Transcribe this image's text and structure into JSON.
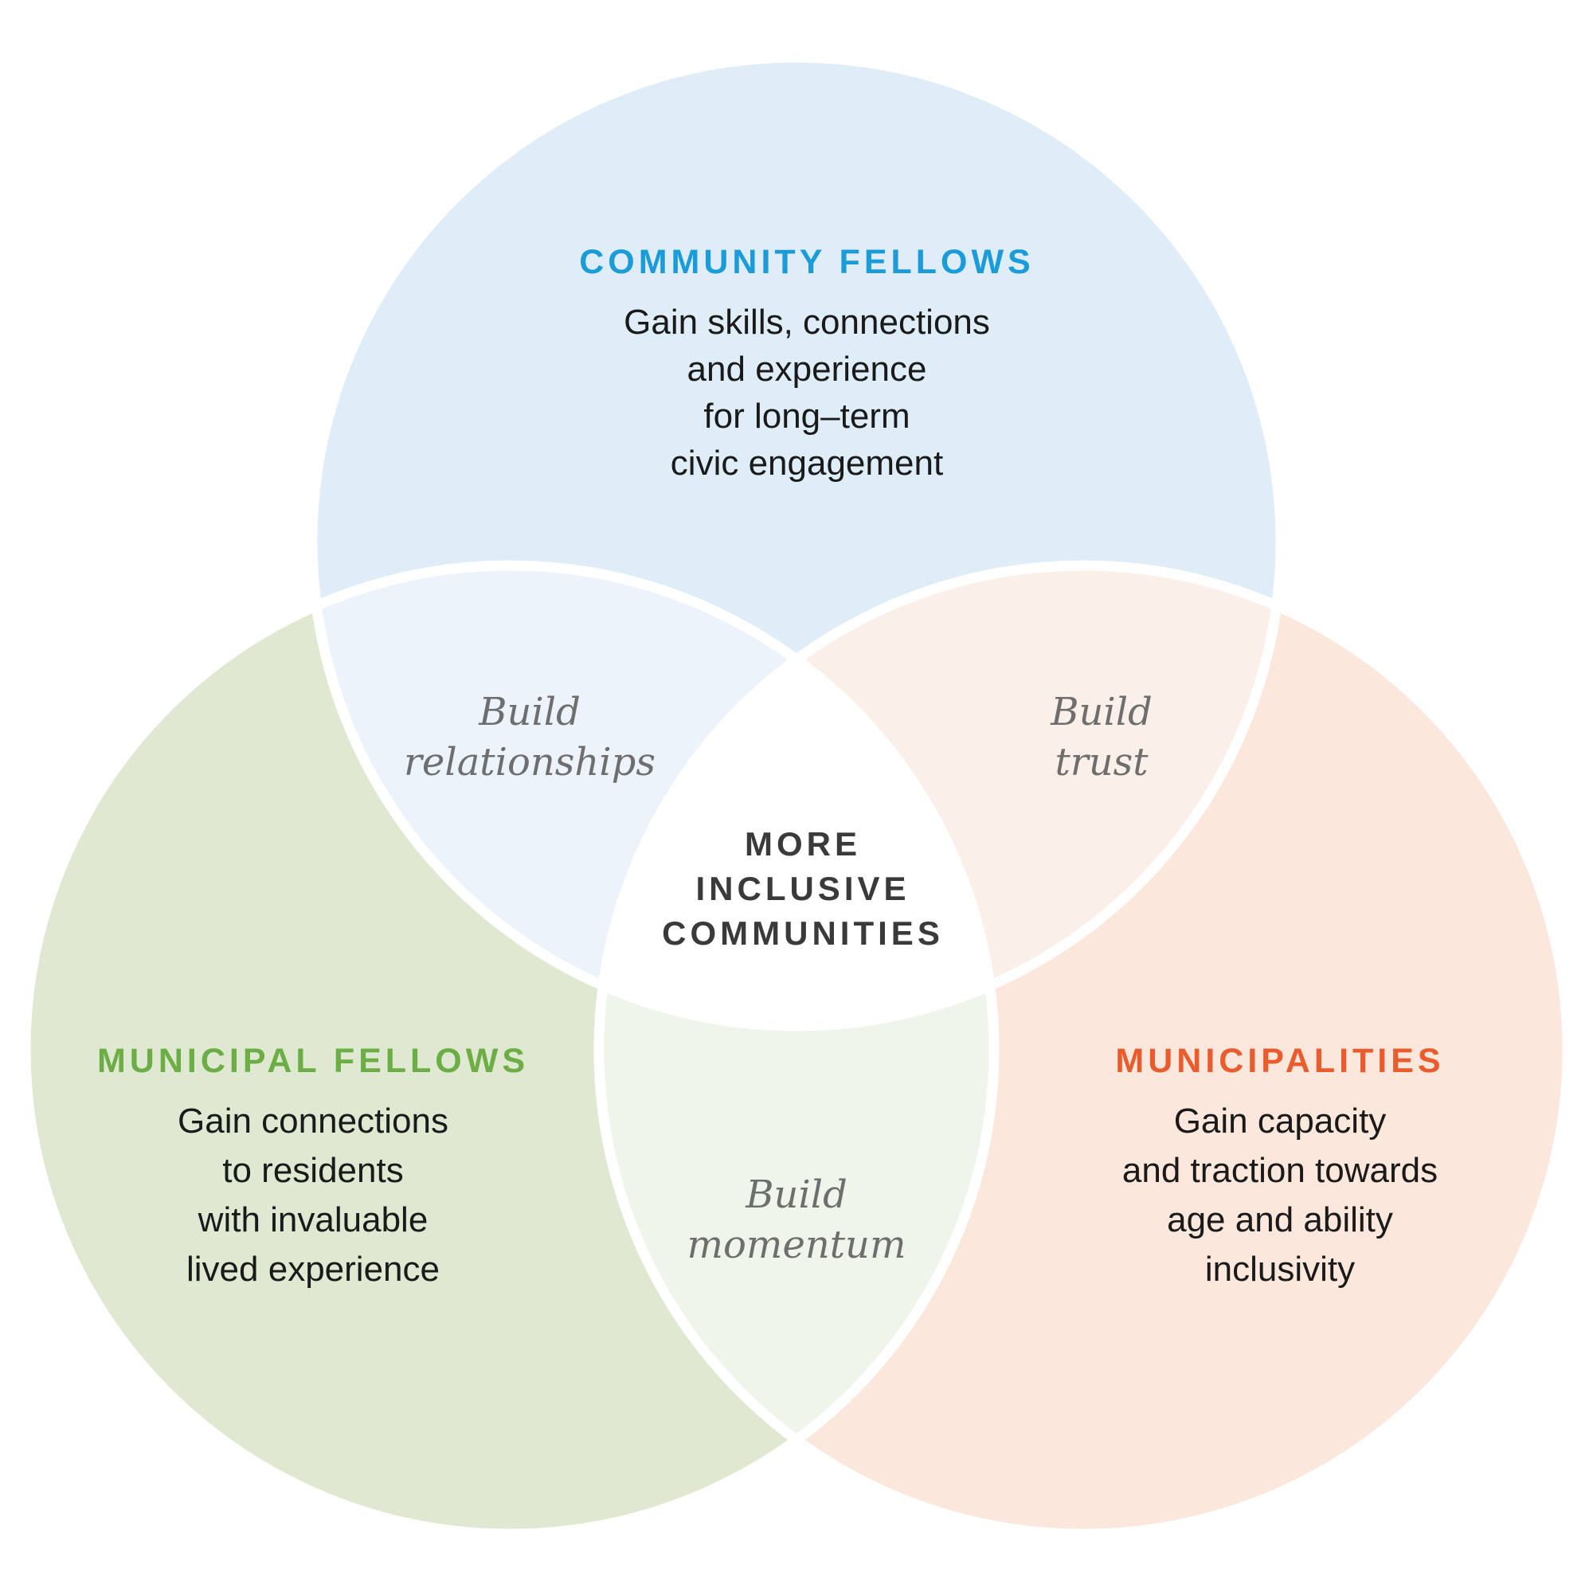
{
  "colors": {
    "community_fill": "#DEEDF7",
    "municipal_fill": "#DFE9D1",
    "municipalities_fill": "#FBE7DB",
    "overlap_community_municipal": "#EDF3FB",
    "overlap_community_municipalities": "#FBF0E9",
    "overlap_municipal_municipalities": "#F0F5EC",
    "center_fill": "#FFFFFF",
    "outline": "#FFFFFF",
    "community_heading": "#1B9CD8",
    "municipal_heading": "#6CAD45",
    "municipalities_heading": "#E85C2E",
    "body_text": "#1A1A1A",
    "overlap_text": "#6E6E6E",
    "center_text": "#3A3A3A"
  },
  "circles": {
    "community": {
      "heading": "COMMUNITY FELLOWS",
      "lines": [
        "Gain skills, connections",
        "and experience",
        "for long–term",
        "civic engagement"
      ]
    },
    "municipal": {
      "heading": "MUNICIPAL FELLOWS",
      "lines": [
        "Gain connections",
        "to residents",
        "with invaluable",
        "lived experience"
      ]
    },
    "municipalities": {
      "heading": "MUNICIPALITIES",
      "lines": [
        "Gain capacity",
        "and traction towards",
        "age and ability",
        "inclusivity"
      ]
    }
  },
  "overlaps": {
    "community_municipal": {
      "lines": [
        "Build",
        "relationships"
      ]
    },
    "community_municipalities": {
      "lines": [
        "Build",
        "trust"
      ]
    },
    "municipal_municipalities": {
      "lines": [
        "Build",
        "momentum"
      ]
    },
    "center": {
      "lines": [
        "MORE",
        "INCLUSIVE",
        "COMMUNITIES"
      ]
    }
  }
}
